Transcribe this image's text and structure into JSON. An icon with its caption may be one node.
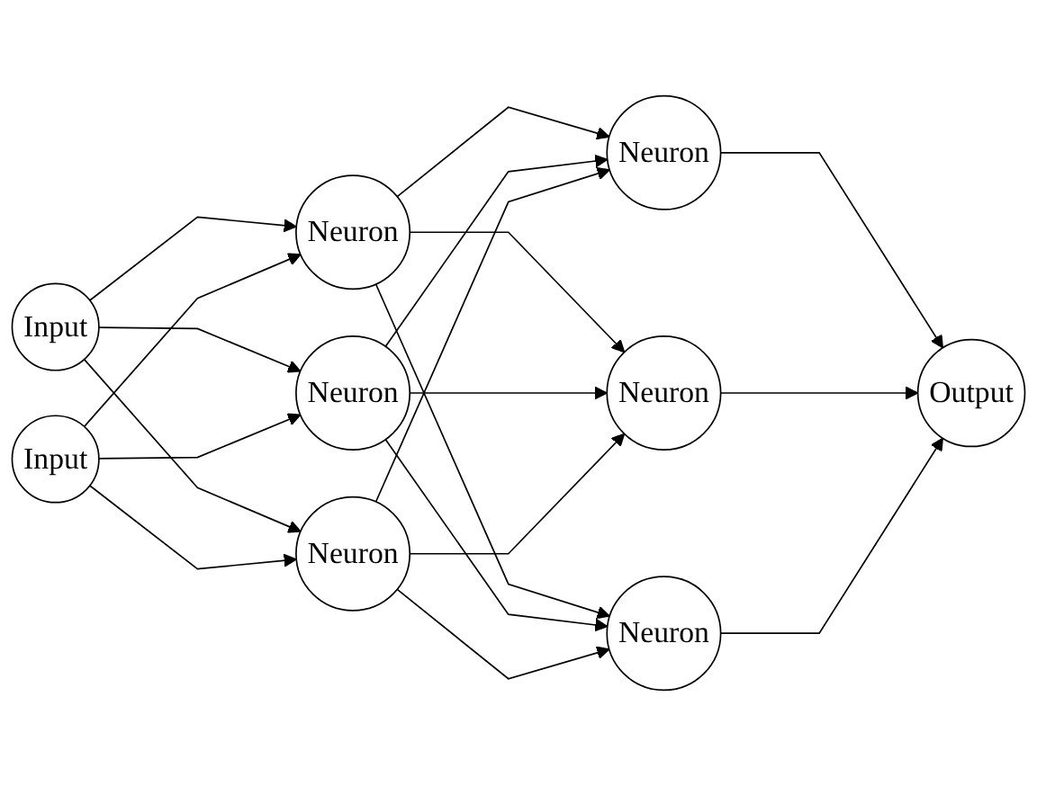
{
  "diagram": {
    "nodes": [
      {
        "text": [
          "Input"
        ]
      },
      {
        "text": [
          "Input"
        ]
      },
      {
        "text": [
          "Neuron"
        ]
      },
      {
        "text": [
          "Neuron"
        ]
      },
      {
        "text": [
          "Neuron"
        ]
      },
      {
        "text": [
          "Neuron"
        ]
      },
      {
        "text": [
          "Neuron"
        ]
      },
      {
        "text": [
          "Neuron"
        ]
      },
      {
        "text": [
          "Output"
        ]
      }
    ],
    "edges": [
      {
        "from": 0,
        "to": 2,
        "arrow": "to"
      },
      {
        "from": 0,
        "to": 3,
        "arrow": "to"
      },
      {
        "from": 0,
        "to": 4,
        "arrow": "to"
      },
      {
        "from": 1,
        "to": 2,
        "arrow": "to"
      },
      {
        "from": 1,
        "to": 3,
        "arrow": "to"
      },
      {
        "from": 1,
        "to": 4,
        "arrow": "to"
      },
      {
        "from": 2,
        "to": 5,
        "arrow": "to"
      },
      {
        "from": 2,
        "to": 6,
        "arrow": "to"
      },
      {
        "from": 2,
        "to": 7,
        "arrow": "to"
      },
      {
        "from": 3,
        "to": 5,
        "arrow": "to"
      },
      {
        "from": 3,
        "to": 6,
        "arrow": "to"
      },
      {
        "from": 3,
        "to": 7,
        "arrow": "to"
      },
      {
        "from": 4,
        "to": 5,
        "arrow": "to"
      },
      {
        "from": 4,
        "to": 6,
        "arrow": "to"
      },
      {
        "from": 4,
        "to": 7,
        "arrow": "to"
      },
      {
        "from": 5,
        "to": 8,
        "arrow": "to"
      },
      {
        "from": 6,
        "to": 8,
        "arrow": "to"
      },
      {
        "from": 7,
        "to": 8,
        "arrow": "to"
      }
    ]
  }
}
